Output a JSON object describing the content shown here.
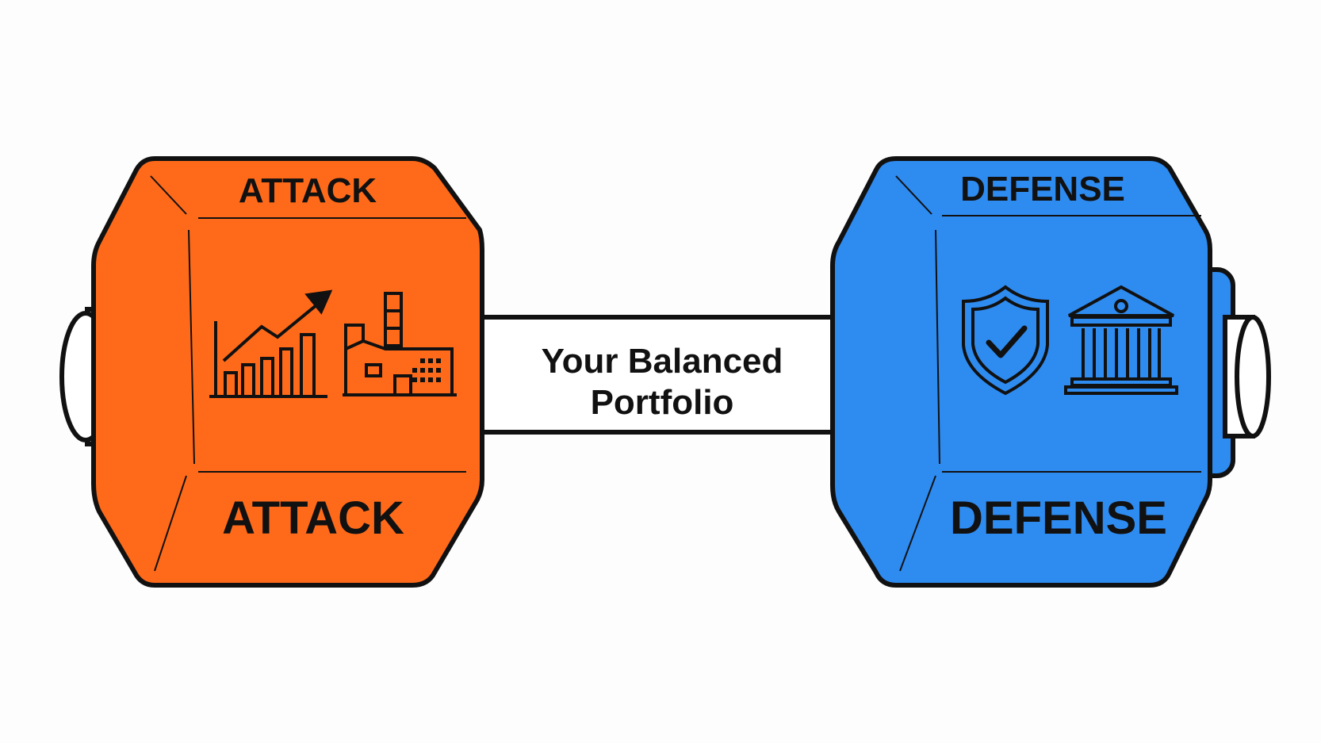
{
  "diagram": {
    "bar_text": {
      "line1": "Your Balanced",
      "line2": "Portfolio"
    },
    "left_weight": {
      "top_label": "ATTACK",
      "bottom_label": "ATTACK",
      "color": "#ff6a1a",
      "icons": [
        "rising-bar-chart-icon",
        "factory-icon"
      ]
    },
    "right_weight": {
      "top_label": "DEFENSE",
      "bottom_label": "DEFENSE",
      "color": "#2e8bf0",
      "icons": [
        "shield-check-icon",
        "bank-building-icon"
      ]
    },
    "colors": {
      "outline": "#111111",
      "bar": "#ffffff",
      "background": "#fdfdfd"
    }
  }
}
